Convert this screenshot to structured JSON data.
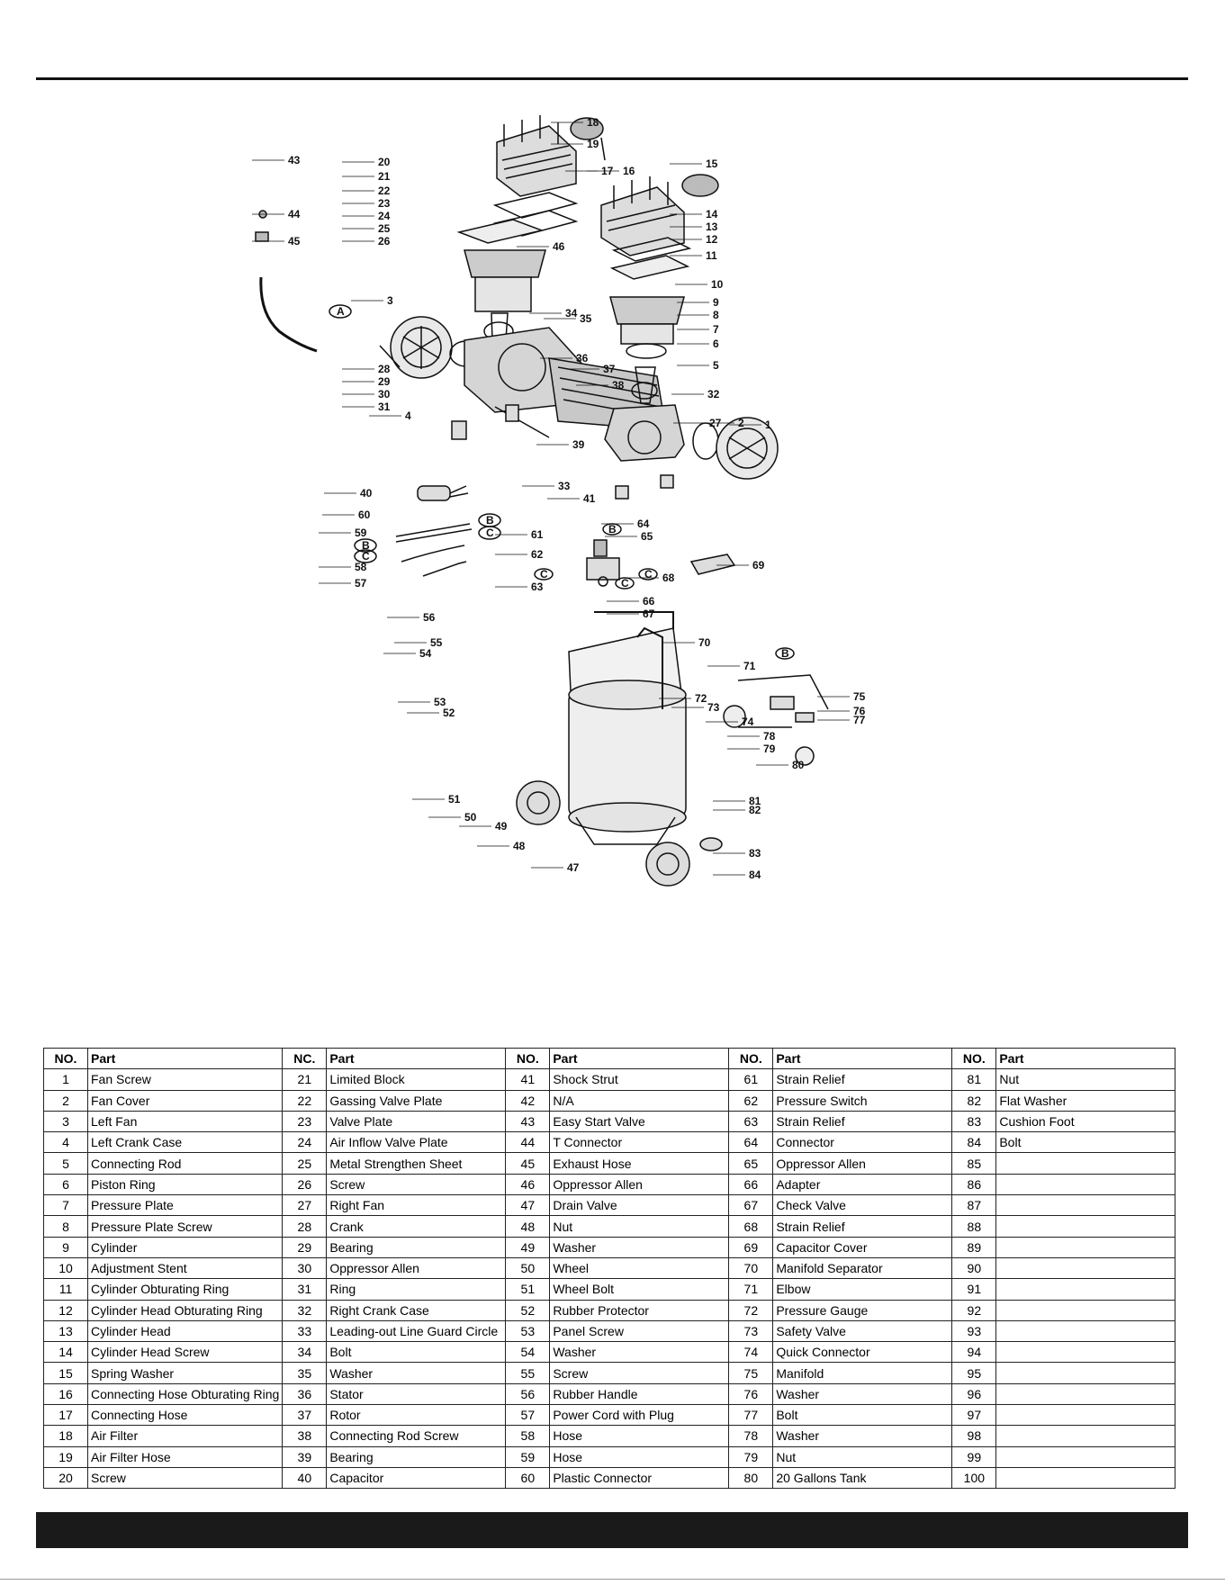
{
  "table": {
    "groups": [
      {
        "no_header": "NO.",
        "part_header": "Part",
        "rows": [
          {
            "no": "1",
            "part": "Fan Screw"
          },
          {
            "no": "2",
            "part": "Fan Cover"
          },
          {
            "no": "3",
            "part": "Left Fan"
          },
          {
            "no": "4",
            "part": "Left Crank Case"
          },
          {
            "no": "5",
            "part": "Connecting Rod"
          },
          {
            "no": "6",
            "part": "Piston Ring"
          },
          {
            "no": "7",
            "part": "Pressure Plate"
          },
          {
            "no": "8",
            "part": "Pressure Plate Screw"
          },
          {
            "no": "9",
            "part": "Cylinder"
          },
          {
            "no": "10",
            "part": "Adjustment Stent"
          },
          {
            "no": "11",
            "part": "Cylinder Obturating Ring"
          },
          {
            "no": "12",
            "part": "Cylinder Head Obturating Ring"
          },
          {
            "no": "13",
            "part": "Cylinder Head"
          },
          {
            "no": "14",
            "part": "Cylinder Head Screw"
          },
          {
            "no": "15",
            "part": "Spring Washer"
          },
          {
            "no": "16",
            "part": "Connecting Hose Obturating Ring"
          },
          {
            "no": "17",
            "part": "Connecting Hose"
          },
          {
            "no": "18",
            "part": "Air Filter"
          },
          {
            "no": "19",
            "part": "Air Filter Hose"
          },
          {
            "no": "20",
            "part": "Screw"
          }
        ]
      },
      {
        "no_header": "NC.",
        "part_header": "Part",
        "rows": [
          {
            "no": "21",
            "part": "Limited Block"
          },
          {
            "no": "22",
            "part": "Gassing Valve Plate"
          },
          {
            "no": "23",
            "part": "Valve Plate"
          },
          {
            "no": "24",
            "part": "Air Inflow Valve Plate"
          },
          {
            "no": "25",
            "part": "Metal Strengthen Sheet"
          },
          {
            "no": "26",
            "part": "Screw"
          },
          {
            "no": "27",
            "part": "Right Fan"
          },
          {
            "no": "28",
            "part": "Crank"
          },
          {
            "no": "29",
            "part": "Bearing"
          },
          {
            "no": "30",
            "part": "Oppressor Allen"
          },
          {
            "no": "31",
            "part": "Ring"
          },
          {
            "no": "32",
            "part": "Right Crank Case"
          },
          {
            "no": "33",
            "part": "Leading-out Line Guard Circle"
          },
          {
            "no": "34",
            "part": "Bolt"
          },
          {
            "no": "35",
            "part": "Washer"
          },
          {
            "no": "36",
            "part": "Stator"
          },
          {
            "no": "37",
            "part": "Rotor"
          },
          {
            "no": "38",
            "part": "Connecting Rod Screw"
          },
          {
            "no": "39",
            "part": "Bearing"
          },
          {
            "no": "40",
            "part": "Capacitor"
          }
        ]
      },
      {
        "no_header": "NO.",
        "part_header": "Part",
        "rows": [
          {
            "no": "41",
            "part": "Shock Strut"
          },
          {
            "no": "42",
            "part": "N/A"
          },
          {
            "no": "43",
            "part": "Easy Start Valve"
          },
          {
            "no": "44",
            "part": "T Connector"
          },
          {
            "no": "45",
            "part": "Exhaust Hose"
          },
          {
            "no": "46",
            "part": "Oppressor Allen"
          },
          {
            "no": "47",
            "part": "Drain Valve"
          },
          {
            "no": "48",
            "part": "Nut"
          },
          {
            "no": "49",
            "part": "Washer"
          },
          {
            "no": "50",
            "part": "Wheel"
          },
          {
            "no": "51",
            "part": "Wheel Bolt"
          },
          {
            "no": "52",
            "part": "Rubber Protector"
          },
          {
            "no": "53",
            "part": "Panel Screw"
          },
          {
            "no": "54",
            "part": "Washer"
          },
          {
            "no": "55",
            "part": "Screw"
          },
          {
            "no": "56",
            "part": "Rubber Handle"
          },
          {
            "no": "57",
            "part": "Power Cord with Plug"
          },
          {
            "no": "58",
            "part": "Hose"
          },
          {
            "no": "59",
            "part": "Hose"
          },
          {
            "no": "60",
            "part": "Plastic Connector"
          }
        ]
      },
      {
        "no_header": "NO.",
        "part_header": "Part",
        "rows": [
          {
            "no": "61",
            "part": "Strain Relief"
          },
          {
            "no": "62",
            "part": "Pressure Switch"
          },
          {
            "no": "63",
            "part": "Strain Relief"
          },
          {
            "no": "64",
            "part": "Connector"
          },
          {
            "no": "65",
            "part": "Oppressor Allen"
          },
          {
            "no": "66",
            "part": "Adapter"
          },
          {
            "no": "67",
            "part": "Check Valve"
          },
          {
            "no": "68",
            "part": "Strain Relief"
          },
          {
            "no": "69",
            "part": "Capacitor Cover"
          },
          {
            "no": "70",
            "part": "Manifold Separator"
          },
          {
            "no": "71",
            "part": "Elbow"
          },
          {
            "no": "72",
            "part": "Pressure Gauge"
          },
          {
            "no": "73",
            "part": "Safety Valve"
          },
          {
            "no": "74",
            "part": "Quick Connector"
          },
          {
            "no": "75",
            "part": "Manifold"
          },
          {
            "no": "76",
            "part": "Washer"
          },
          {
            "no": "77",
            "part": "Bolt"
          },
          {
            "no": "78",
            "part": "Washer"
          },
          {
            "no": "79",
            "part": "Nut"
          },
          {
            "no": "80",
            "part": "20 Gallons Tank"
          }
        ]
      },
      {
        "no_header": "NO.",
        "part_header": "Part",
        "rows": [
          {
            "no": "81",
            "part": "Nut"
          },
          {
            "no": "82",
            "part": "Flat Washer"
          },
          {
            "no": "83",
            "part": "Cushion Foot"
          },
          {
            "no": "84",
            "part": "Bolt"
          },
          {
            "no": "85",
            "part": ""
          },
          {
            "no": "86",
            "part": ""
          },
          {
            "no": "87",
            "part": ""
          },
          {
            "no": "88",
            "part": ""
          },
          {
            "no": "89",
            "part": ""
          },
          {
            "no": "90",
            "part": ""
          },
          {
            "no": "91",
            "part": ""
          },
          {
            "no": "92",
            "part": ""
          },
          {
            "no": "93",
            "part": ""
          },
          {
            "no": "94",
            "part": ""
          },
          {
            "no": "95",
            "part": ""
          },
          {
            "no": "96",
            "part": ""
          },
          {
            "no": "97",
            "part": ""
          },
          {
            "no": "98",
            "part": ""
          },
          {
            "no": "99",
            "part": ""
          },
          {
            "no": "100",
            "part": ""
          }
        ]
      }
    ]
  },
  "diagram": {
    "callouts": [
      "1",
      "2",
      "3",
      "4",
      "5",
      "6",
      "7",
      "8",
      "9",
      "10",
      "11",
      "12",
      "13",
      "14",
      "15",
      "16",
      "17",
      "18",
      "19",
      "20",
      "21",
      "22",
      "23",
      "24",
      "25",
      "26",
      "27",
      "28",
      "29",
      "30",
      "31",
      "32",
      "33",
      "34",
      "35",
      "36",
      "37",
      "38",
      "39",
      "40",
      "41",
      "43",
      "44",
      "45",
      "46",
      "47",
      "48",
      "49",
      "50",
      "51",
      "52",
      "53",
      "54",
      "55",
      "56",
      "57",
      "58",
      "59",
      "60",
      "61",
      "62",
      "63",
      "64",
      "65",
      "66",
      "67",
      "68",
      "69",
      "70",
      "71",
      "72",
      "73",
      "74",
      "75",
      "76",
      "77",
      "78",
      "79",
      "80",
      "81",
      "82",
      "83",
      "84"
    ],
    "connector_letters": [
      "A",
      "B",
      "C"
    ]
  },
  "colors": {
    "ink": "#111111",
    "bar": "#1a1a1a"
  }
}
